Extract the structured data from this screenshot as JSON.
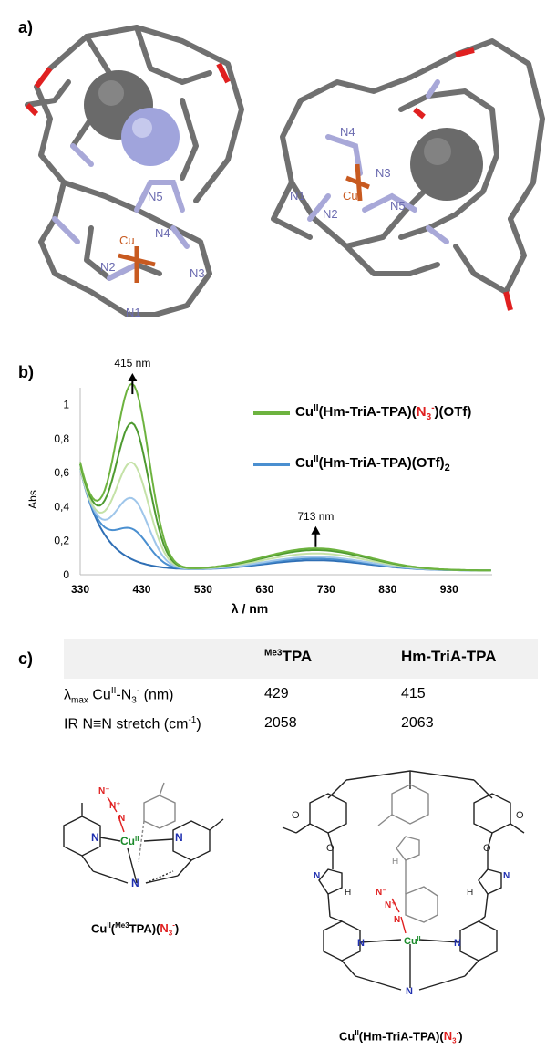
{
  "panel_a": {
    "label": "a)",
    "left_structure": {
      "atoms": [
        "N5",
        "N4",
        "Cu",
        "N2",
        "N3",
        "N1"
      ]
    },
    "right_structure": {
      "atoms": [
        "N4",
        "N3",
        "N1",
        "Cu",
        "N2",
        "N5"
      ]
    }
  },
  "panel_b": {
    "label": "b)",
    "legend": [
      {
        "formula_prefix": "Cu",
        "ox": "II",
        "ligand": "(Hm-TriA-TPA)(",
        "anion_red": "N",
        "anion_sub": "3",
        "anion_sup": "-",
        "suffix": ")(OTf)",
        "color": "#6db33f"
      },
      {
        "formula_prefix": "Cu",
        "ox": "II",
        "ligand": "(Hm-TriA-TPA)(OTf)",
        "sub": "2",
        "color": "#4a8fd0"
      }
    ]
  },
  "chart_data": {
    "type": "line",
    "xlabel": "λ / nm",
    "ylabel": "Abs",
    "xlim": [
      330,
      1000
    ],
    "ylim": [
      0,
      1.1
    ],
    "xticks": [
      "330",
      "430",
      "530",
      "630",
      "730",
      "830",
      "930"
    ],
    "xtick_values": [
      330,
      430,
      530,
      630,
      730,
      830,
      930
    ],
    "yticks": [
      "0",
      "0,2",
      "0,4",
      "0,6",
      "0,8",
      "1"
    ],
    "ytick_values": [
      0,
      0.2,
      0.4,
      0.6,
      0.8,
      1.0
    ],
    "annotations": [
      {
        "text": "415 nm",
        "x": 415,
        "y": 1.03
      },
      {
        "text": "713 nm",
        "x": 713,
        "y": 0.13
      }
    ],
    "series": [
      {
        "color": "#2f6fb5",
        "peak415": 0.0,
        "base330": 0.6,
        "peak713": 0.06
      },
      {
        "color": "#4a8fd0",
        "peak415": 0.18,
        "base330": 0.6,
        "peak713": 0.07
      },
      {
        "color": "#9fc6ea",
        "peak415": 0.36,
        "base330": 0.6,
        "peak713": 0.08
      },
      {
        "color": "#c5e2a8",
        "peak415": 0.57,
        "base330": 0.6,
        "peak713": 0.1
      },
      {
        "color": "#4e9a30",
        "peak415": 0.8,
        "base330": 0.62,
        "peak713": 0.12
      },
      {
        "color": "#6db33f",
        "peak415": 1.03,
        "base330": 0.63,
        "peak713": 0.13
      }
    ]
  },
  "panel_c": {
    "label": "c)",
    "table": {
      "col1_sup": "Me3",
      "col1": "TPA",
      "col2": "Hm-TriA-TPA",
      "row1": {
        "label_a": "λ",
        "label_sub": "max",
        "label_b": " Cu",
        "label_sup": "II",
        "label_c": "-N",
        "label_sub2": "3",
        "label_sup2": "-",
        "label_d": " (nm)",
        "v1": "429",
        "v2": "415"
      },
      "row2": {
        "label": "IR N≡N stretch  (cm",
        "label_sup": "-1",
        "label_end": ")",
        "v1": "2058",
        "v2": "2063"
      }
    },
    "left_caption": {
      "a": "Cu",
      "sup1": "II",
      "b": "(",
      "sup2": "Me3",
      "c": "TPA)(",
      "red": "N",
      "sub": "3",
      "sup3": "-",
      "d": ")"
    },
    "right_caption": {
      "a": "Cu",
      "sup1": "II",
      "b": "(Hm-TriA-TPA)(",
      "red": "N",
      "sub": "3",
      "sup3": "-",
      "d": ")"
    },
    "struct_labels": {
      "N": "N",
      "Cu": "Cu",
      "Cu_sup": "II",
      "H": "H",
      "O": "O",
      "N_minus": "N⁻",
      "N_plus": "N⁺"
    }
  }
}
